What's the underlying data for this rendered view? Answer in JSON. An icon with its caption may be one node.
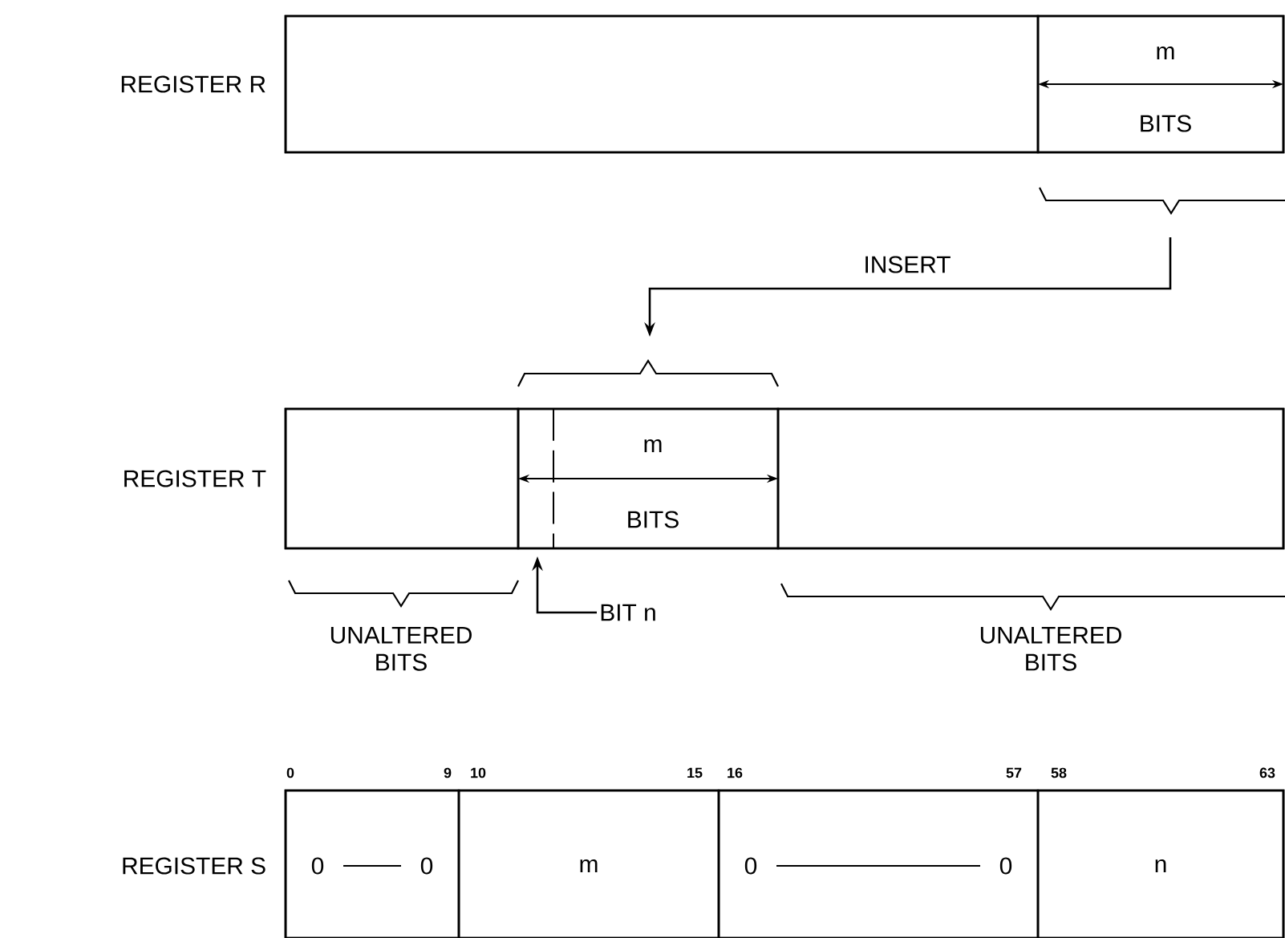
{
  "diagram": {
    "nodes": [
      {
        "text": [
          "REGISTER R"
        ]
      },
      {
        "text": [],
        "shape": "box",
        "in": 0
      },
      {
        "text": [
          "m",
          "BITS"
        ],
        "in": 0
      },
      {
        "text": [
          "REGISTER T"
        ]
      },
      {
        "text": [],
        "shape": "box",
        "in": 3,
        "beside": [
          "UNALTERED BITS"
        ]
      },
      {
        "text": [
          "m",
          "BITS"
        ],
        "in": 3
      },
      {
        "text": [],
        "shape": "box",
        "in": 3,
        "beside": [
          "UNALTERED BITS"
        ]
      },
      {
        "text": [
          "BIT n"
        ]
      },
      {
        "text": [
          "REGISTER S"
        ]
      },
      {
        "text": [
          "0",
          "0"
        ],
        "in": 8
      },
      {
        "text": [
          "m"
        ],
        "in": 8
      },
      {
        "text": [
          "0",
          "0"
        ],
        "in": 8
      },
      {
        "text": [
          "n"
        ],
        "in": 8
      }
    ],
    "edges": [
      {
        "from": 2,
        "to": 5,
        "arrow": "to",
        "label": "INSERT"
      },
      {
        "from": 7,
        "to": 5,
        "arrow": "to"
      }
    ],
    "labels": [
      "0",
      "9",
      "10",
      "15",
      "16",
      "57",
      "58",
      "63"
    ]
  }
}
